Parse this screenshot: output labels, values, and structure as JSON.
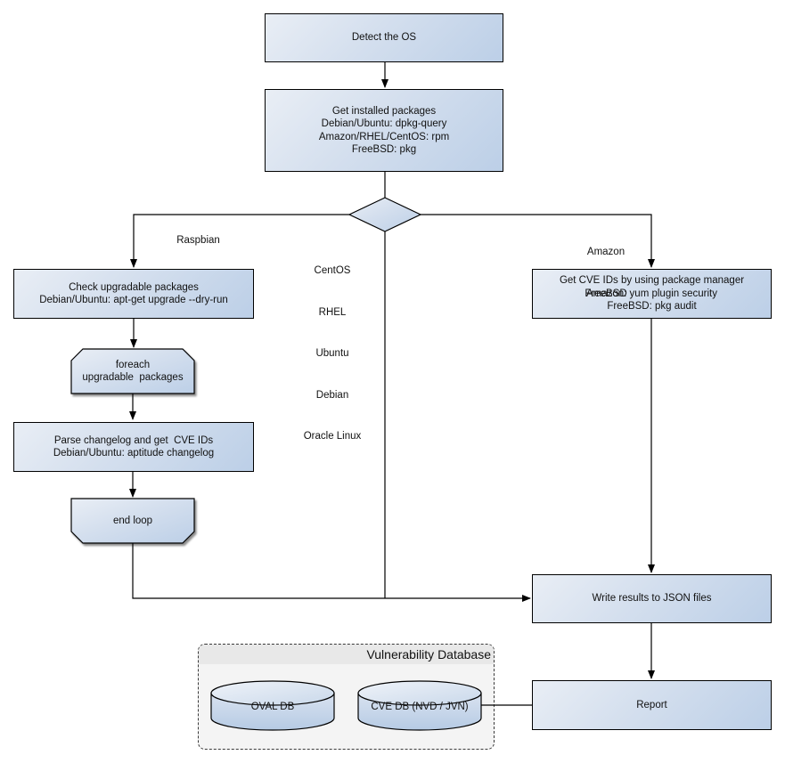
{
  "nodes": {
    "detect_os": {
      "label": "Detect the OS"
    },
    "get_installed": {
      "lines": [
        "Get installed packages",
        "Debian/Ubuntu: dpkg-query",
        "Amazon/RHEL/CentOS: rpm",
        "FreeBSD: pkg"
      ]
    },
    "check_upgradable": {
      "lines": [
        "Check upgradable packages",
        "Debian/Ubuntu: apt-get upgrade --dry-run"
      ]
    },
    "foreach_loop": {
      "lines": [
        "foreach",
        "upgradable  packages"
      ]
    },
    "parse_changelog": {
      "lines": [
        "Parse changelog and get  CVE IDs",
        "Debian/Ubuntu: aptitude changelog"
      ]
    },
    "end_loop": {
      "label": "end loop"
    },
    "get_cve_ids": {
      "lines": [
        "Get CVE IDs by using package manager",
        "Amazon: yum plugin security",
        "FreeBSD: pkg audit"
      ]
    },
    "write_results": {
      "label": "Write results to JSON files"
    },
    "report": {
      "label": "Report"
    }
  },
  "edge_labels": {
    "left_branch": "Raspbian",
    "middle_branch": [
      "CentOS",
      "RHEL",
      "Ubuntu",
      "Debian",
      "Oracle Linux"
    ],
    "right_branch": [
      "Amazon",
      "FreeBSD"
    ]
  },
  "database": {
    "title": "Vulnerability Database",
    "oval_db": "OVAL DB",
    "cve_db": "CVE DB (NVD / JVN)"
  },
  "colors": {
    "node_gradient_start": "#e9eef5",
    "node_gradient_end": "#bccfe7",
    "node_border": "#000000",
    "connector": "#000000",
    "container_fill": "#f4f4f4",
    "container_header": "#e8e8e8",
    "container_border": "#3a3a3a",
    "background": "#ffffff"
  }
}
